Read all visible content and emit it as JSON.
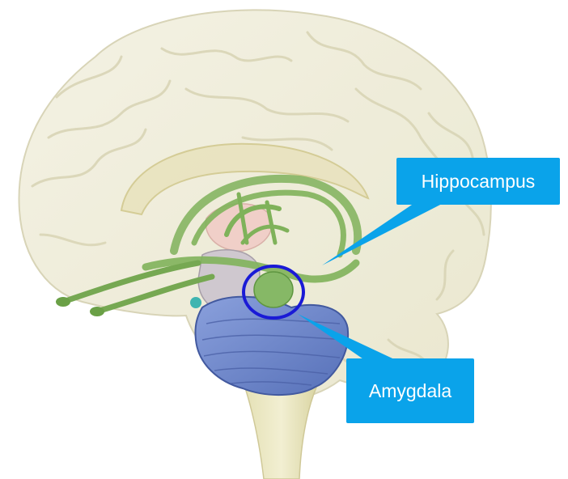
{
  "labels": {
    "hippocampus": "Hippocampus",
    "amygdala": "Amygdala"
  },
  "colors": {
    "callout": "#0aa3ea",
    "highlight_ring": "#1a1ad6",
    "limbic_green": "#7fb25a",
    "cerebellum_blue": "#6f86c9",
    "brain_shell": "#efecd6",
    "brainstem": "#e6e2b8"
  },
  "icons": [
    "brain-illustration",
    "highlight-ring"
  ]
}
